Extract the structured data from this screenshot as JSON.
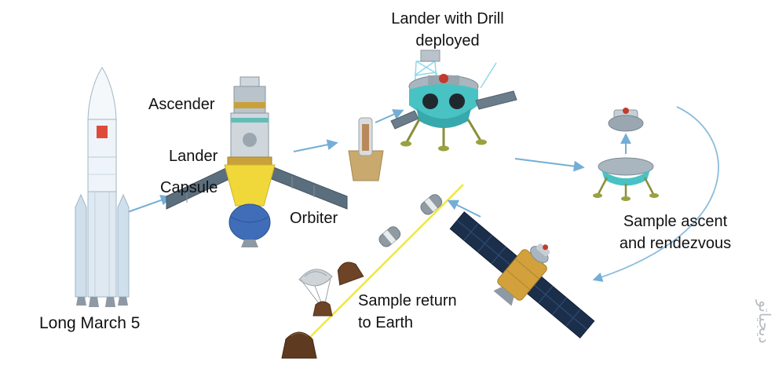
{
  "labels": {
    "lander_with_drill": "Lander with Drill\ndeployed",
    "ascender": "Ascender",
    "lander": "Lander",
    "capsule": "Capsule",
    "orbiter": "Orbiter",
    "long_march_5": "Long March 5",
    "sample_ascent": "Sample ascent\nand rendezvous",
    "sample_return": "Sample return\nto Earth",
    "watermark": "دیجیاتو"
  },
  "illustrations": {
    "rocket": "long-march-5-rocket-figure",
    "stack": "orbiter-lander-stack-figure",
    "sample_container": "sample-container-figure",
    "lander_drill": "lander-with-drill-figure",
    "ascent_stage": "ascender-liftoff-figure",
    "return_orbiter": "orbiter-return-figure",
    "reentry_chain": "reentry-capsules-figure",
    "parachute": "parachute-figure"
  },
  "colors": {
    "arrow_blue": "#74aed6",
    "trajectory_yellow": "#f0e83a",
    "label_text": "#111111",
    "rocket_body": "#eef4f9",
    "stack_panel_gray": "#5b6e7d",
    "stack_cone_yellow": "#f0d83a",
    "stack_sphere_blue": "#3f6db8",
    "lander_teal": "#49c2c4",
    "leg_olive": "#9aa23f",
    "orbiter_gold": "#d2a13c",
    "orbiter_panel_navy": "#1c2f4a",
    "capsule_brown": "#6e4426",
    "red_marker": "#c23b2e",
    "watermark_gray": "#b9bec4"
  }
}
